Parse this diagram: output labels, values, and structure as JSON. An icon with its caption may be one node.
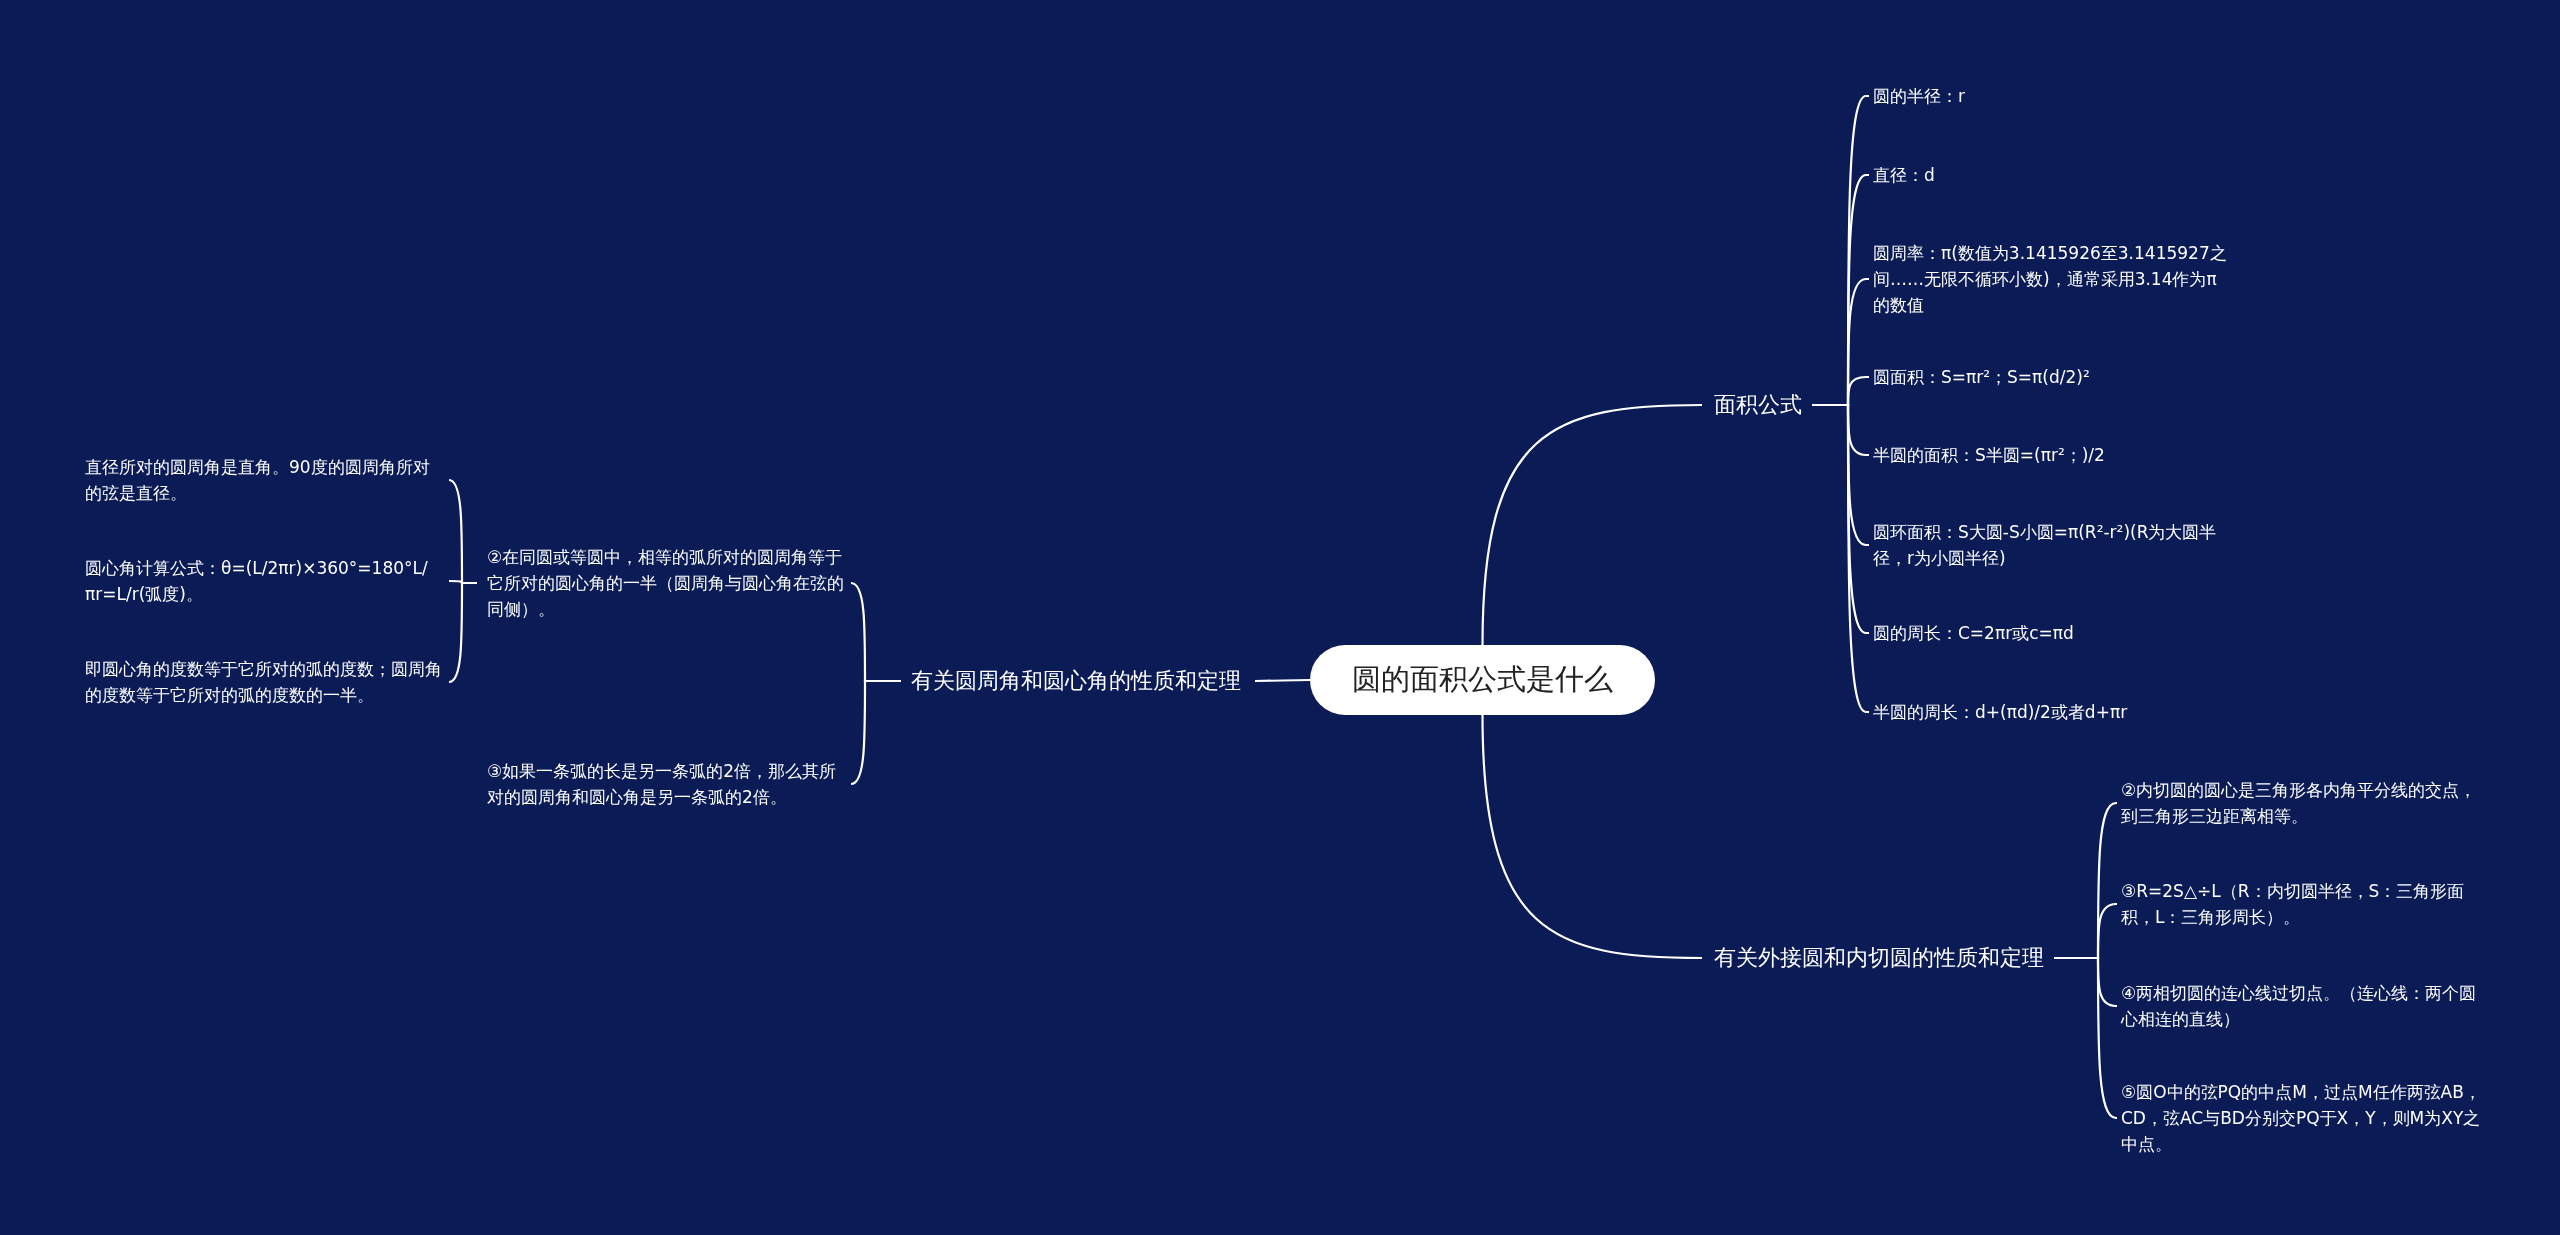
{
  "diagram": {
    "nodes": [
      {
        "text": [
          "圆的面积公式是什么"
        ]
      },
      {
        "text": [
          "面积公式"
        ]
      },
      {
        "text": [
          "圆的半径：r"
        ]
      },
      {
        "text": [
          "直径：d"
        ]
      },
      {
        "text": [
          "圆周率：π(数值为3.1415926至3.1415927之间……无限不循环小数)，通常采用3.14作为π的数值"
        ]
      },
      {
        "text": [
          "圆面积：S=πr²；S=π(d/2)²"
        ]
      },
      {
        "text": [
          "半圆的面积：S半圆=(πr²；)/2"
        ]
      },
      {
        "text": [
          "圆环面积：S大圆-S小圆=π(R²-r²)(R为大圆半径，r为小圆半径)"
        ]
      },
      {
        "text": [
          "圆的周长：C=2πr或c=πd"
        ]
      },
      {
        "text": [
          "半圆的周长：d+(πd)/2或者d+πr"
        ]
      },
      {
        "text": [
          "有关外接圆和内切圆的性质和定理"
        ]
      },
      {
        "text": [
          "②内切圆的圆心是三角形各内角平分线的交点，到三角形三边距离相等。"
        ]
      },
      {
        "text": [
          "③R=2S△÷L（R：内切圆半径，S：三角形面积，L：三角形周长）。"
        ]
      },
      {
        "text": [
          "④两相切圆的连心线过切点。（连心线：两个圆心相连的直线）"
        ]
      },
      {
        "text": [
          "⑤圆O中的弦PQ的中点M，过点M任作两弦AB，CD，弦AC与BD分别交PQ于X，Y，则M为XY之中点。"
        ]
      },
      {
        "text": [
          "有关圆周角和圆心角的性质和定理"
        ]
      },
      {
        "text": [
          "②在同圆或等圆中，相等的弧所对的圆周角等于它所对的圆心角的一半（圆周角与圆心角在弦的同侧）。"
        ]
      },
      {
        "text": [
          "直径所对的圆周角是直角。90度的圆周角所对的弦是直径。"
        ]
      },
      {
        "text": [
          "圆心角计算公式：θ=(L/2πr)×360°=180°L/πr=L/r(弧度)。"
        ]
      },
      {
        "text": [
          "即圆心角的度数等于它所对的弧的度数；圆周角的度数等于它所对的弧的度数的一半。"
        ]
      },
      {
        "text": [
          "③如果一条弧的长是另一条弧的2倍，那么其所对的圆周角和圆心角是另一条弧的2倍。"
        ]
      }
    ],
    "edges": [
      {
        "from": 0,
        "to": 1,
        "arrow": "none"
      },
      {
        "from": 1,
        "to": 2,
        "arrow": "none"
      },
      {
        "from": 1,
        "to": 3,
        "arrow": "none"
      },
      {
        "from": 1,
        "to": 4,
        "arrow": "none"
      },
      {
        "from": 1,
        "to": 5,
        "arrow": "none"
      },
      {
        "from": 1,
        "to": 6,
        "arrow": "none"
      },
      {
        "from": 1,
        "to": 7,
        "arrow": "none"
      },
      {
        "from": 1,
        "to": 8,
        "arrow": "none"
      },
      {
        "from": 1,
        "to": 9,
        "arrow": "none"
      },
      {
        "from": 0,
        "to": 10,
        "arrow": "none"
      },
      {
        "from": 10,
        "to": 11,
        "arrow": "none"
      },
      {
        "from": 10,
        "to": 12,
        "arrow": "none"
      },
      {
        "from": 10,
        "to": 13,
        "arrow": "none"
      },
      {
        "from": 10,
        "to": 14,
        "arrow": "none"
      },
      {
        "from": 0,
        "to": 15,
        "arrow": "none"
      },
      {
        "from": 15,
        "to": 16,
        "arrow": "none"
      },
      {
        "from": 16,
        "to": 17,
        "arrow": "none"
      },
      {
        "from": 16,
        "to": 18,
        "arrow": "none"
      },
      {
        "from": 16,
        "to": 19,
        "arrow": "none"
      },
      {
        "from": 15,
        "to": 20,
        "arrow": "none"
      }
    ]
  }
}
